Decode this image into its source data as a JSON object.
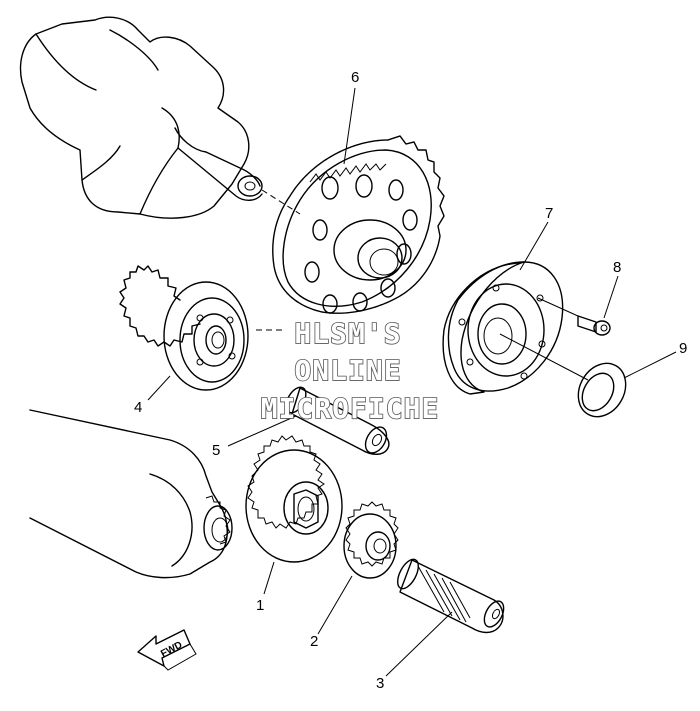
{
  "diagram": {
    "callouts": [
      {
        "id": "1",
        "label": "1"
      },
      {
        "id": "2",
        "label": "2"
      },
      {
        "id": "3",
        "label": "3"
      },
      {
        "id": "4",
        "label": "4"
      },
      {
        "id": "5",
        "label": "5"
      },
      {
        "id": "6",
        "label": "6"
      },
      {
        "id": "7",
        "label": "7"
      },
      {
        "id": "8",
        "label": "8"
      },
      {
        "id": "9",
        "label": "9"
      }
    ],
    "direction_arrow": {
      "label": "FWD"
    },
    "watermark": {
      "lines": [
        "HLSM'S",
        "ONLINE",
        "MICROFICHE"
      ],
      "color": "#555555"
    }
  }
}
